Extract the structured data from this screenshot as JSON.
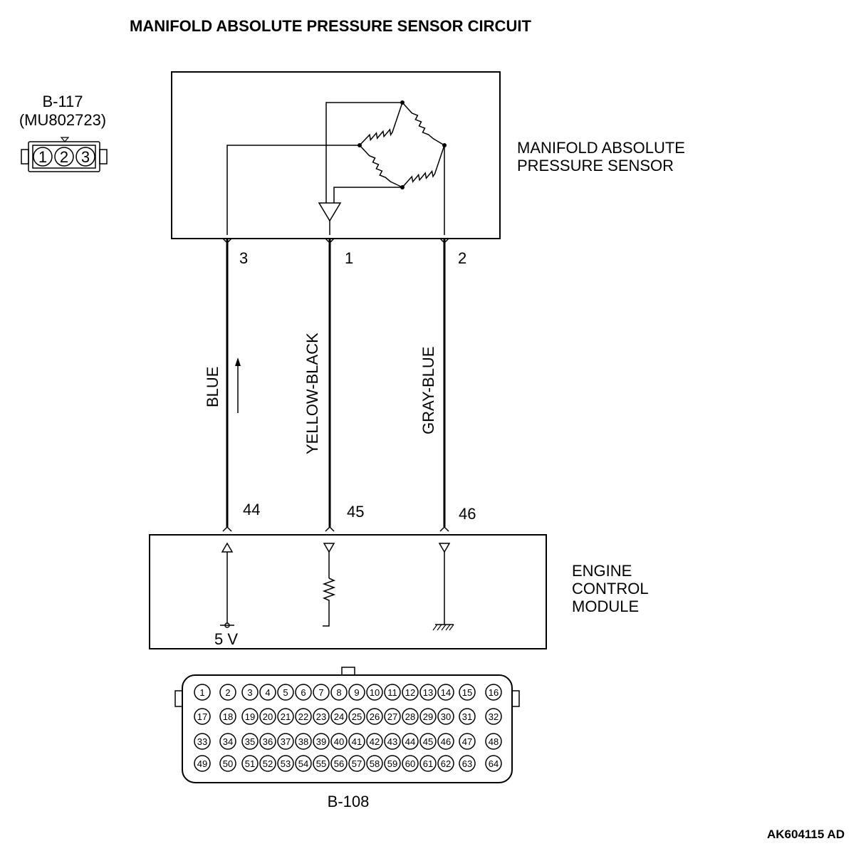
{
  "title": "MANIFOLD ABSOLUTE PRESSURE SENSOR CIRCUIT",
  "sensor_connector": {
    "id": "B-117",
    "part_number": "(MU802723)",
    "pins": [
      "1",
      "2",
      "3"
    ]
  },
  "sensor": {
    "label_line1": "MANIFOLD ABSOLUTE",
    "label_line2": "PRESSURE SENSOR"
  },
  "wires": [
    {
      "sensor_pin": "3",
      "ecm_pin": "44",
      "color": "BLUE"
    },
    {
      "sensor_pin": "1",
      "ecm_pin": "45",
      "color": "YELLOW-BLACK"
    },
    {
      "sensor_pin": "2",
      "ecm_pin": "46",
      "color": "GRAY-BLUE"
    }
  ],
  "ecm": {
    "label_line1": "ENGINE",
    "label_line2": "CONTROL",
    "label_line3": "MODULE",
    "supply_label": "5 V"
  },
  "ecm_connector": {
    "id": "B-108",
    "pin_rows": [
      [
        "1",
        "2",
        "3",
        "4",
        "5",
        "6",
        "7",
        "8",
        "9",
        "10",
        "11",
        "12",
        "13",
        "14",
        "15",
        "16"
      ],
      [
        "17",
        "18",
        "19",
        "20",
        "21",
        "22",
        "23",
        "24",
        "25",
        "26",
        "27",
        "28",
        "29",
        "30",
        "31",
        "32"
      ],
      [
        "33",
        "34",
        "35",
        "36",
        "37",
        "38",
        "39",
        "40",
        "41",
        "42",
        "43",
        "44",
        "45",
        "46",
        "47",
        "48"
      ],
      [
        "49",
        "50",
        "51",
        "52",
        "53",
        "54",
        "55",
        "56",
        "57",
        "58",
        "59",
        "60",
        "61",
        "62",
        "63",
        "64"
      ]
    ]
  },
  "figure_code": "AK604115 AD"
}
